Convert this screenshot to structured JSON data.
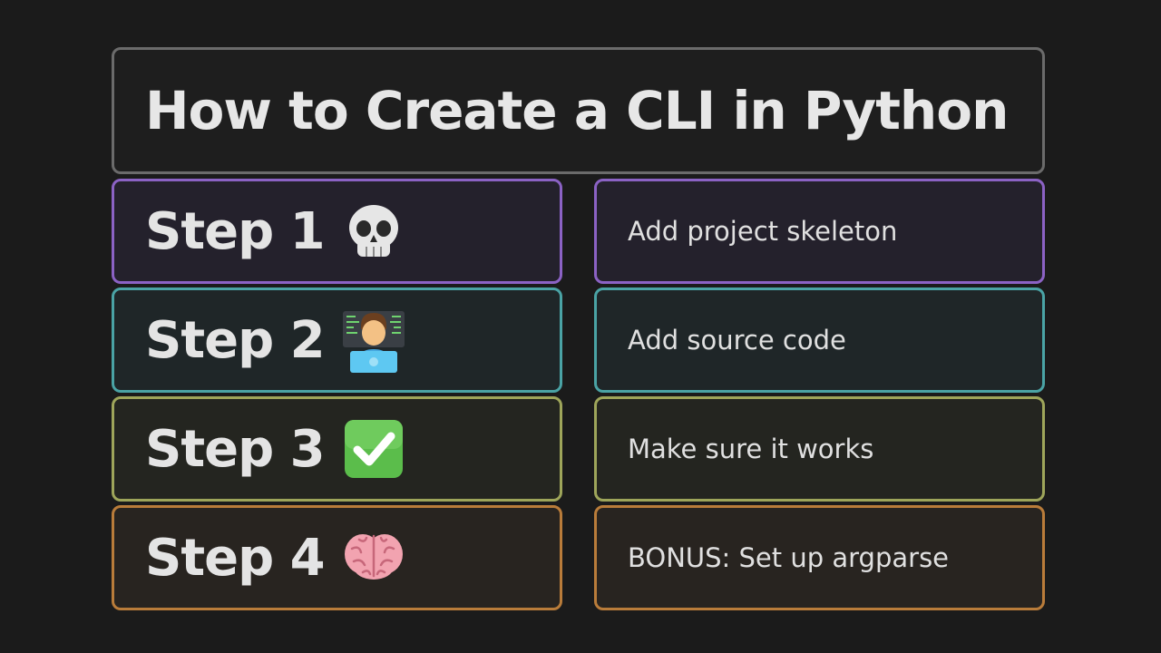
{
  "title": "How to Create a CLI in Python",
  "steps": [
    {
      "label": "Step 1",
      "icon": "skull-icon",
      "description": "Add project skeleton",
      "border": "#8b62c4",
      "fill": "#24212c"
    },
    {
      "label": "Step 2",
      "icon": "technologist-icon",
      "description": "Add source code",
      "border": "#4aa3a5",
      "fill": "#1f2628"
    },
    {
      "label": "Step 3",
      "icon": "check-mark-button-icon",
      "description": "Make sure it works",
      "border": "#9ea55a",
      "fill": "#242520"
    },
    {
      "label": "Step 4",
      "icon": "brain-icon",
      "description": "BONUS: Set up argparse",
      "border": "#b97c3a",
      "fill": "#282420"
    }
  ],
  "colors": {
    "background": "#1b1b1b",
    "title_border": "#6b6b6b"
  }
}
